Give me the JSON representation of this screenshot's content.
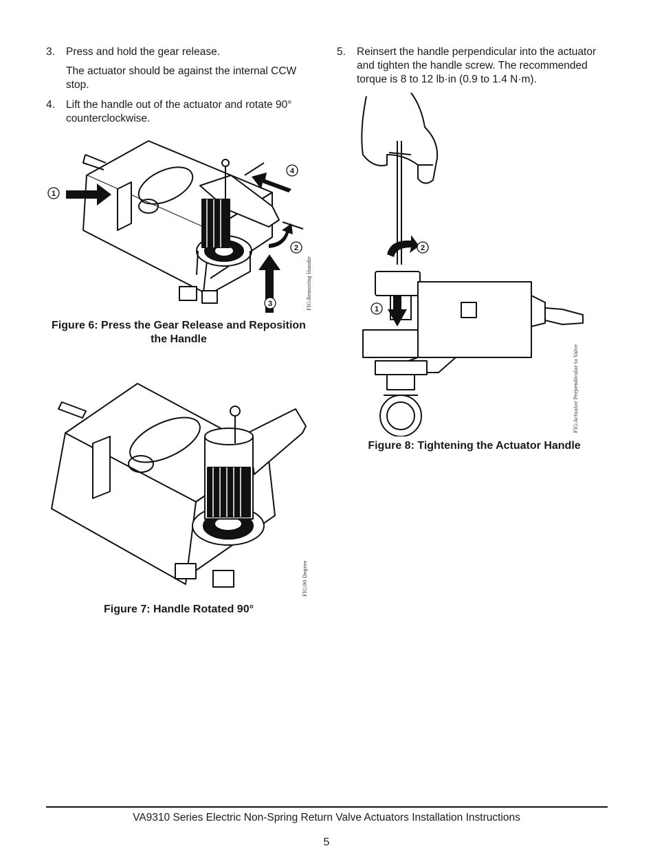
{
  "steps": {
    "s3": {
      "number": "3.",
      "text": "Press and hold the gear release.",
      "note": "The actuator should be against the internal CCW stop."
    },
    "s4": {
      "number": "4.",
      "text": "Lift the handle out of the actuator and rotate 90° counterclockwise."
    },
    "s5": {
      "number": "5.",
      "text": "Reinsert the handle perpendicular into the actuator and tighten the handle screw. The recommended torque is 8 to 12 lb·in (0.9 to 1.4 N·m)."
    }
  },
  "figures": {
    "fig6": {
      "caption": "Figure 6: Press the Gear Release and Reposition the Handle",
      "tag": "FIG:Removing Handle",
      "callouts": [
        "1",
        "2",
        "3",
        "4"
      ]
    },
    "fig7": {
      "caption": "Figure 7: Handle Rotated 90°",
      "tag": "FIG:90 Degree"
    },
    "fig8": {
      "caption": "Figure 8: Tightening the Actuator Handle",
      "tag": "FIG:Actuator Perpendicular to Valve",
      "callouts": [
        "1",
        "2"
      ]
    }
  },
  "footer": {
    "title": "VA9310 Series Electric Non-Spring Return Valve Actuators Installation Instructions",
    "page": "5"
  }
}
